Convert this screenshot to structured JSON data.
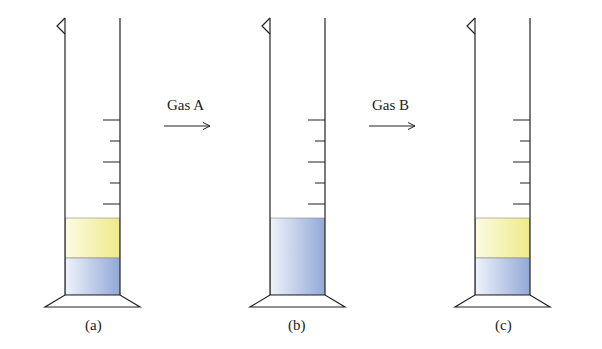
{
  "diagram": {
    "labels": [
      "Gas A",
      "Gas B",
      "(a)",
      "(b)",
      "(c)"
    ]
  }
}
